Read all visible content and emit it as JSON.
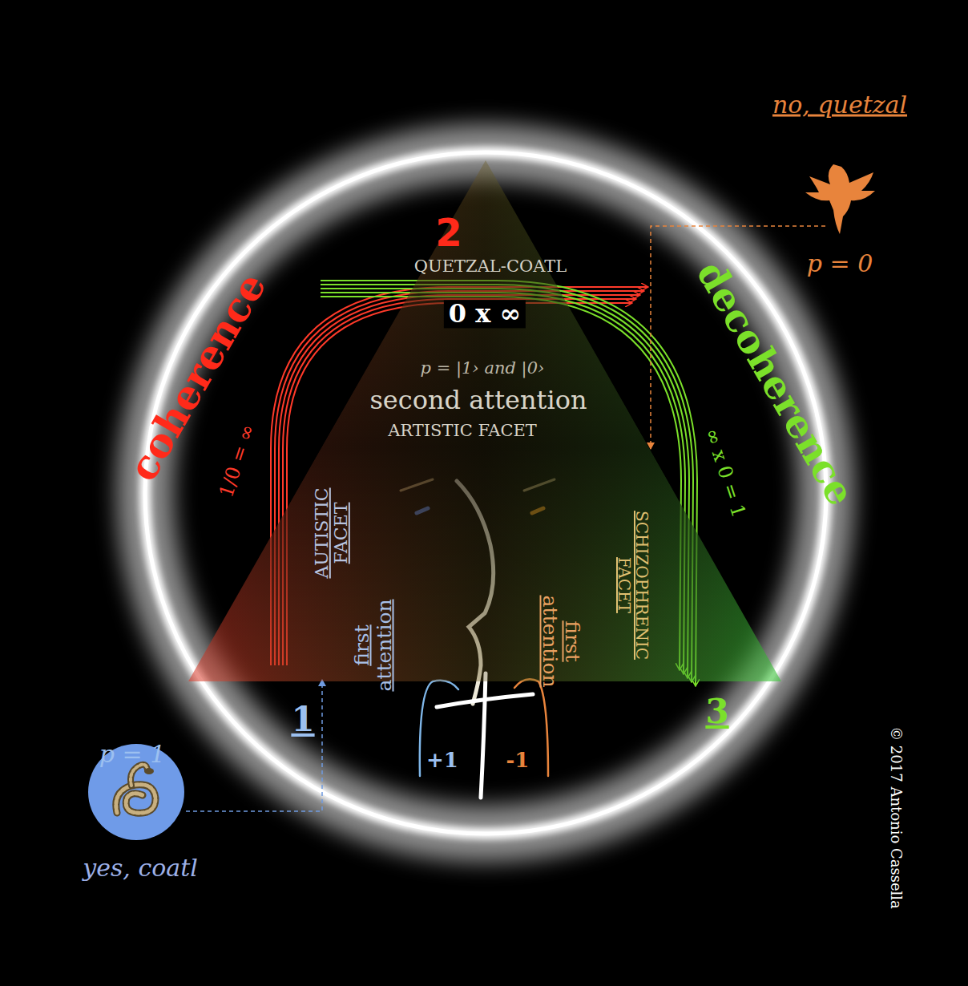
{
  "diagram": {
    "nodes": [
      {
        "text": [
          "2",
          "QUETZAL-COATL",
          "0 x ∞",
          "p = |1› and |0›",
          "second attention",
          "ARTISTIC FACET"
        ]
      },
      {
        "text": [
          "p = 1",
          "yes, coatl"
        ]
      }
    ],
    "labels": [
      "no, quetzal",
      "p = 0",
      "coherence",
      "1/0 = ∞",
      "decoherence",
      "∞ x 0 = 1",
      "AUTISTIC FACET",
      "first attention",
      "first attention",
      "SCHIZOPHRENIC FACET",
      "1",
      "3",
      "+1",
      "-1",
      "© 2017 Antonio Cassella"
    ]
  }
}
